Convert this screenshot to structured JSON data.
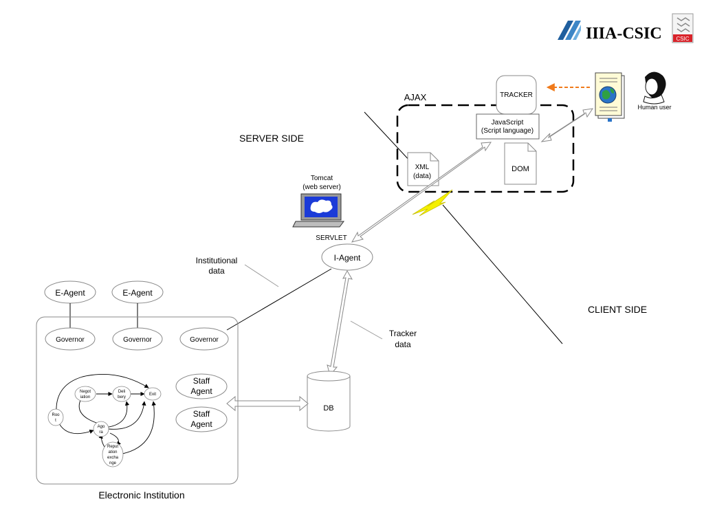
{
  "logo": {
    "org": "IIIA-CSIC",
    "badge": "CSIC"
  },
  "regions": {
    "server_side": "SERVER SIDE",
    "client_side": "CLIENT SIDE",
    "ajax": "AJAX"
  },
  "client": {
    "tracker": "TRACKER",
    "javascript": [
      "JavaScript",
      "(Script language)"
    ],
    "dom": "DOM",
    "xml": [
      "XML",
      "(data)"
    ],
    "human_user": "Human user"
  },
  "server": {
    "tomcat": [
      "Tomcat",
      "(web server)"
    ],
    "servlet": "SERVLET",
    "iagent": "I-Agent",
    "institutional_data": [
      "Institutional",
      "data"
    ],
    "tracker_data": [
      "Tracker",
      "data"
    ],
    "db": "DB"
  },
  "institution": {
    "title": "Electronic Institution",
    "e_agents": [
      "E-Agent",
      "E-Agent"
    ],
    "governors": [
      "Governor",
      "Governor",
      "Governor"
    ],
    "staff_agents": [
      [
        "Staff",
        "Agent"
      ],
      [
        "Staff",
        "Agent"
      ]
    ],
    "scenes": {
      "root": [
        "Roo",
        "t"
      ],
      "negotiation": [
        "Negot",
        "iation"
      ],
      "delivery": [
        "Deli",
        "bery"
      ],
      "exit": "Exit",
      "agora": [
        "Ago",
        "ra"
      ],
      "reputation": [
        "Reput",
        "ation",
        "excha",
        "nge"
      ]
    }
  },
  "colors": {
    "tracker_arrow": "#f07a1a",
    "lightning": "#f5f000",
    "logo_blue": "#1f5f9e",
    "logo_badge": "#d9232a",
    "monitor_screen": "#1b3bd8"
  }
}
